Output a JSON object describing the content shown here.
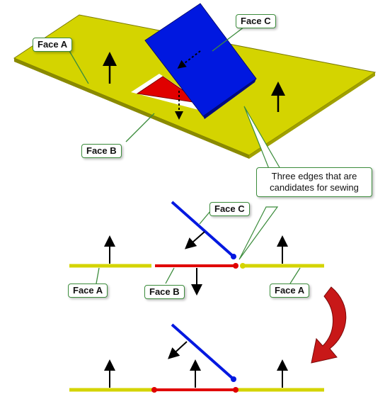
{
  "labels": {
    "top_face_a": "Face A",
    "top_face_b": "Face B",
    "top_face_c": "Face C",
    "note_line1": "Three edges that are",
    "note_line2": "candidates for sewing",
    "mid_face_c": "Face C",
    "mid_face_a_left": "Face A",
    "mid_face_b": "Face B",
    "mid_face_a_right": "Face A"
  },
  "colors": {
    "face_a": "#d4d400",
    "face_b": "#e00000",
    "face_c": "#0018e0",
    "callout_border": "#3c8c3c",
    "transition_arrow": "#c81818"
  }
}
